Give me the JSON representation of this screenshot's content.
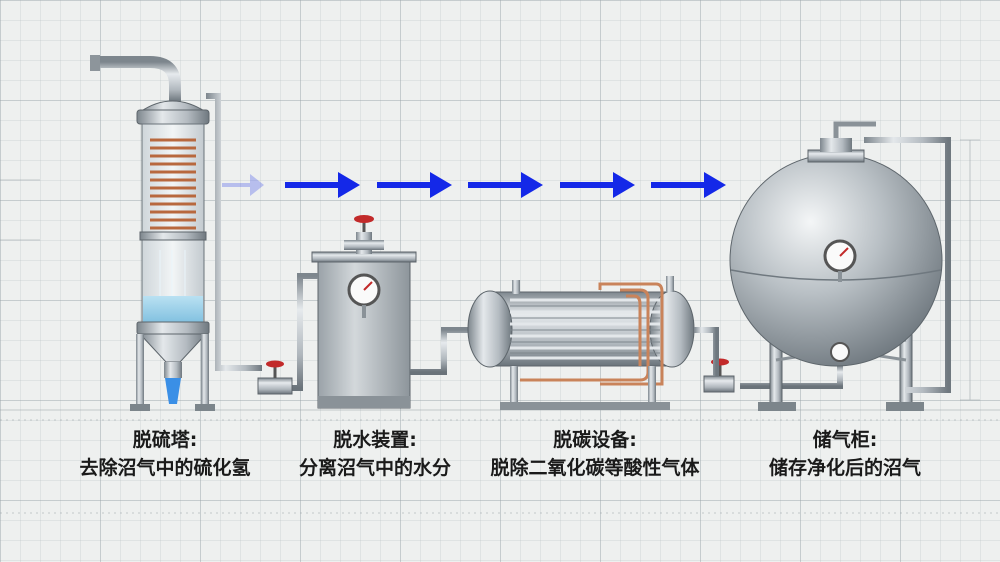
{
  "stages": [
    {
      "title": "脱硫塔:",
      "desc": "去除沼气中的硫化氢"
    },
    {
      "title": "脱水装置:",
      "desc": "分离沼气中的水分"
    },
    {
      "title": "脱碳设备:",
      "desc": "脱除二氧化碳等酸性气体"
    },
    {
      "title": "储气柜:",
      "desc": "储存净化后的沼气"
    }
  ],
  "colors": {
    "arrow": "#1428e8",
    "steel": "#a9b0b6",
    "copper": "#c9835a",
    "water": "#9fd0ea",
    "valve_handle": "#c22a2a",
    "text": "#1a1a1a"
  },
  "icons": [
    "flow-arrow",
    "pressure-gauge",
    "gate-valve"
  ]
}
